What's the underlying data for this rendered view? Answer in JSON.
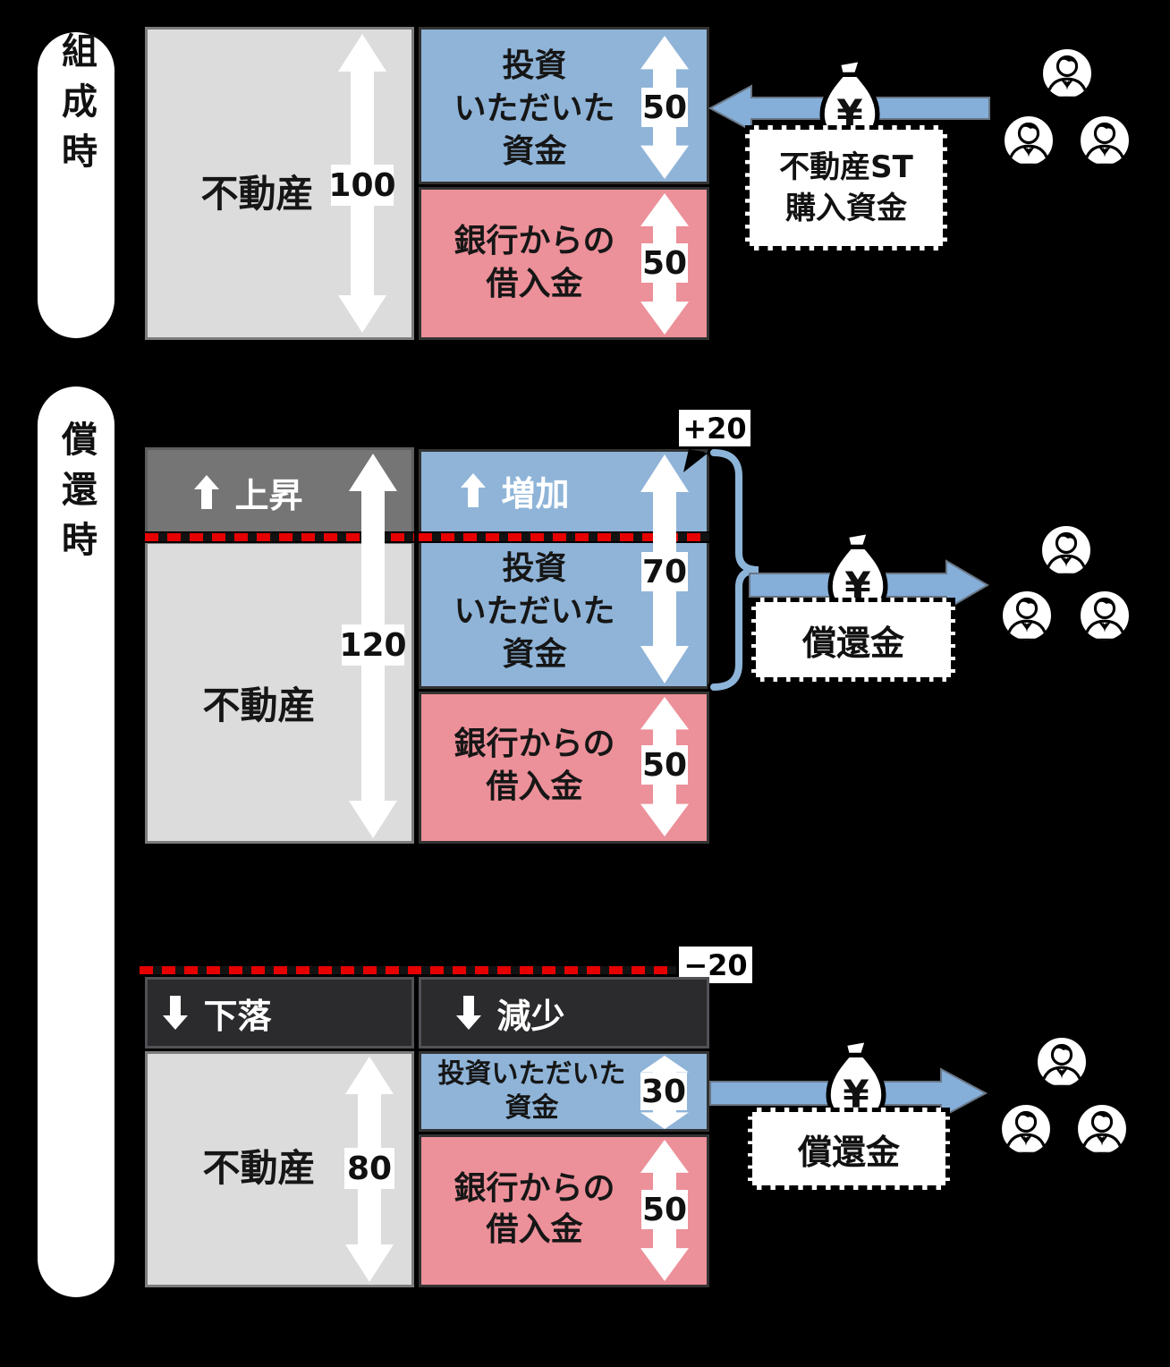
{
  "palette": {
    "background": "#000000",
    "asset_gray": "#dcdcdc",
    "equity_blue": "#8fb4d8",
    "debt_pink": "#ec9099",
    "rise_gray": "#757575",
    "fall_dark": "#2b2b2e",
    "flow_arrow_blue": "#85aed9",
    "dashed_line_red": "#e60000"
  },
  "stages": {
    "formation": {
      "stage_label": "組成時",
      "asset": {
        "label": "不動産",
        "value": "100"
      },
      "equity": {
        "label": "投資\nいただいた\n資金",
        "value": "50"
      },
      "debt": {
        "label": "銀行からの\n借入金",
        "value": "50"
      },
      "inflow": {
        "currency": "¥",
        "label": "不動産ST\n購入資金"
      }
    },
    "redemption": {
      "stage_label": "償還時",
      "up_case": {
        "price_change_label": "上昇",
        "equity_change_label": "増加",
        "asset": {
          "label": "不動産",
          "value": "120"
        },
        "equity": {
          "label": "投資\nいただいた\n資金",
          "value": "70"
        },
        "debt": {
          "label": "銀行からの\n借入金",
          "value": "50"
        },
        "delta_badge": "+20",
        "outflow": {
          "currency": "¥",
          "label": "償還金"
        }
      },
      "down_case": {
        "price_change_label": "下落",
        "equity_change_label": "減少",
        "asset": {
          "label": "不動産",
          "value": "80"
        },
        "equity": {
          "label": "投資いただいた\n資金",
          "value": "30"
        },
        "debt": {
          "label": "銀行からの\n借入金",
          "value": "50"
        },
        "delta_badge": "−20",
        "outflow": {
          "currency": "¥",
          "label": "償還金"
        }
      }
    }
  }
}
